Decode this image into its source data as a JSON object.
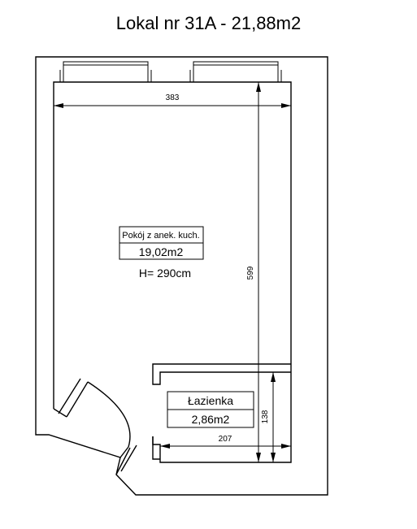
{
  "title": "Lokal nr 31A - 21,88m2",
  "rooms": {
    "main": {
      "name": "Pokój z anek. kuch.",
      "area": "19,02m2",
      "height": "H= 290cm"
    },
    "bathroom": {
      "name": "Łazienka",
      "area": "2,86m2"
    }
  },
  "dimensions": {
    "main_width": "383",
    "main_length": "599",
    "bath_width": "207",
    "bath_depth": "138"
  }
}
